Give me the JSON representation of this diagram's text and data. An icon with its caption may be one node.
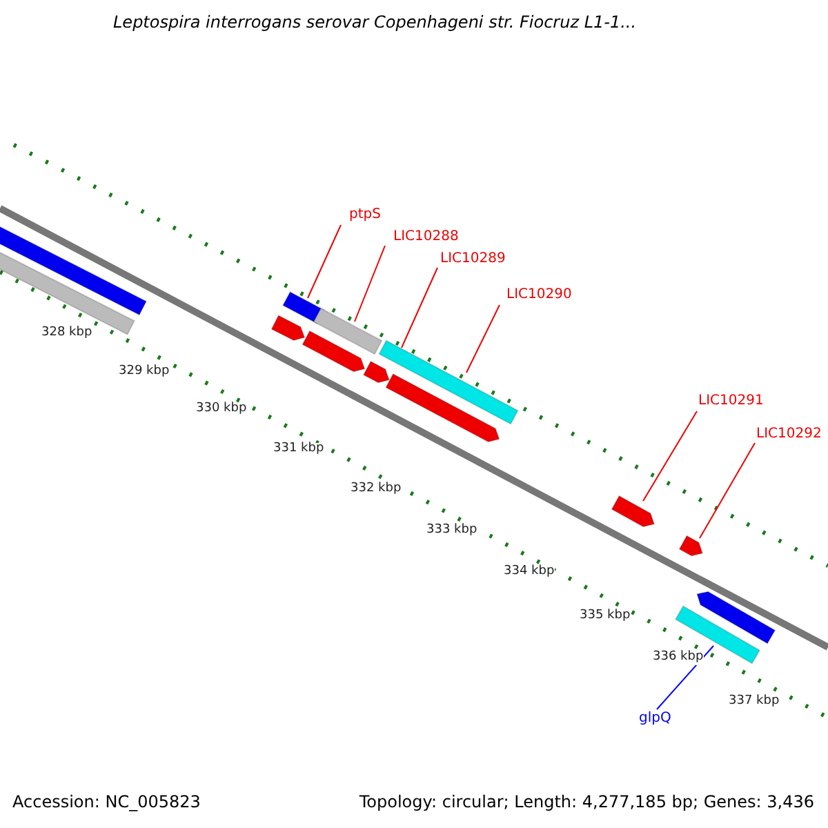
{
  "diagram": {
    "title": "Leptospira interrogans serovar Copenhageni str. Fiocruz L1-1...",
    "nodes": [
      {
        "text": [
          "ptpS"
        ]
      },
      {
        "text": [
          "LIC10288"
        ]
      },
      {
        "text": [
          "LIC10289"
        ]
      },
      {
        "text": [
          "LIC10290"
        ]
      },
      {
        "text": [
          "LIC10291"
        ]
      },
      {
        "text": [
          "LIC10292"
        ]
      },
      {
        "text": [
          "glpQ"
        ]
      },
      {
        "text": [],
        "shape": "bar"
      },
      {
        "text": [],
        "shape": "bar"
      },
      {
        "text": [],
        "shape": "bar"
      },
      {
        "text": [],
        "shape": "bar"
      },
      {
        "text": [],
        "shape": "bar"
      },
      {
        "text": [],
        "shape": "bar"
      },
      {
        "text": [],
        "shape": "bar"
      },
      {
        "text": [],
        "shape": "bar"
      },
      {
        "text": [],
        "shape": "bar"
      },
      {
        "text": [],
        "shape": "bar"
      },
      {
        "text": [],
        "shape": "bar"
      },
      {
        "text": [],
        "shape": "bar"
      },
      {
        "text": [],
        "shape": "bar"
      }
    ],
    "edges": [
      {
        "from": 0,
        "to": 10,
        "arrow": "none"
      },
      {
        "from": 1,
        "to": 12,
        "arrow": "none"
      },
      {
        "from": 2,
        "to": 15,
        "arrow": "none"
      },
      {
        "from": 3,
        "to": 15,
        "arrow": "none"
      },
      {
        "from": 4,
        "to": 16,
        "arrow": "none"
      },
      {
        "from": 5,
        "to": 17,
        "arrow": "none"
      },
      {
        "from": 6,
        "to": 18,
        "arrow": "none",
        "color": "#0000ff"
      }
    ],
    "labels": [
      "328 kbp",
      "329 kbp",
      "330 kbp",
      "331 kbp",
      "332 kbp",
      "333 kbp",
      "334 kbp",
      "335 kbp",
      "336 kbp",
      "337 kbp",
      "Accession: NC_005823",
      "Topology: circular; Length: 4,277,185 bp; Genes: 3,436"
    ]
  }
}
